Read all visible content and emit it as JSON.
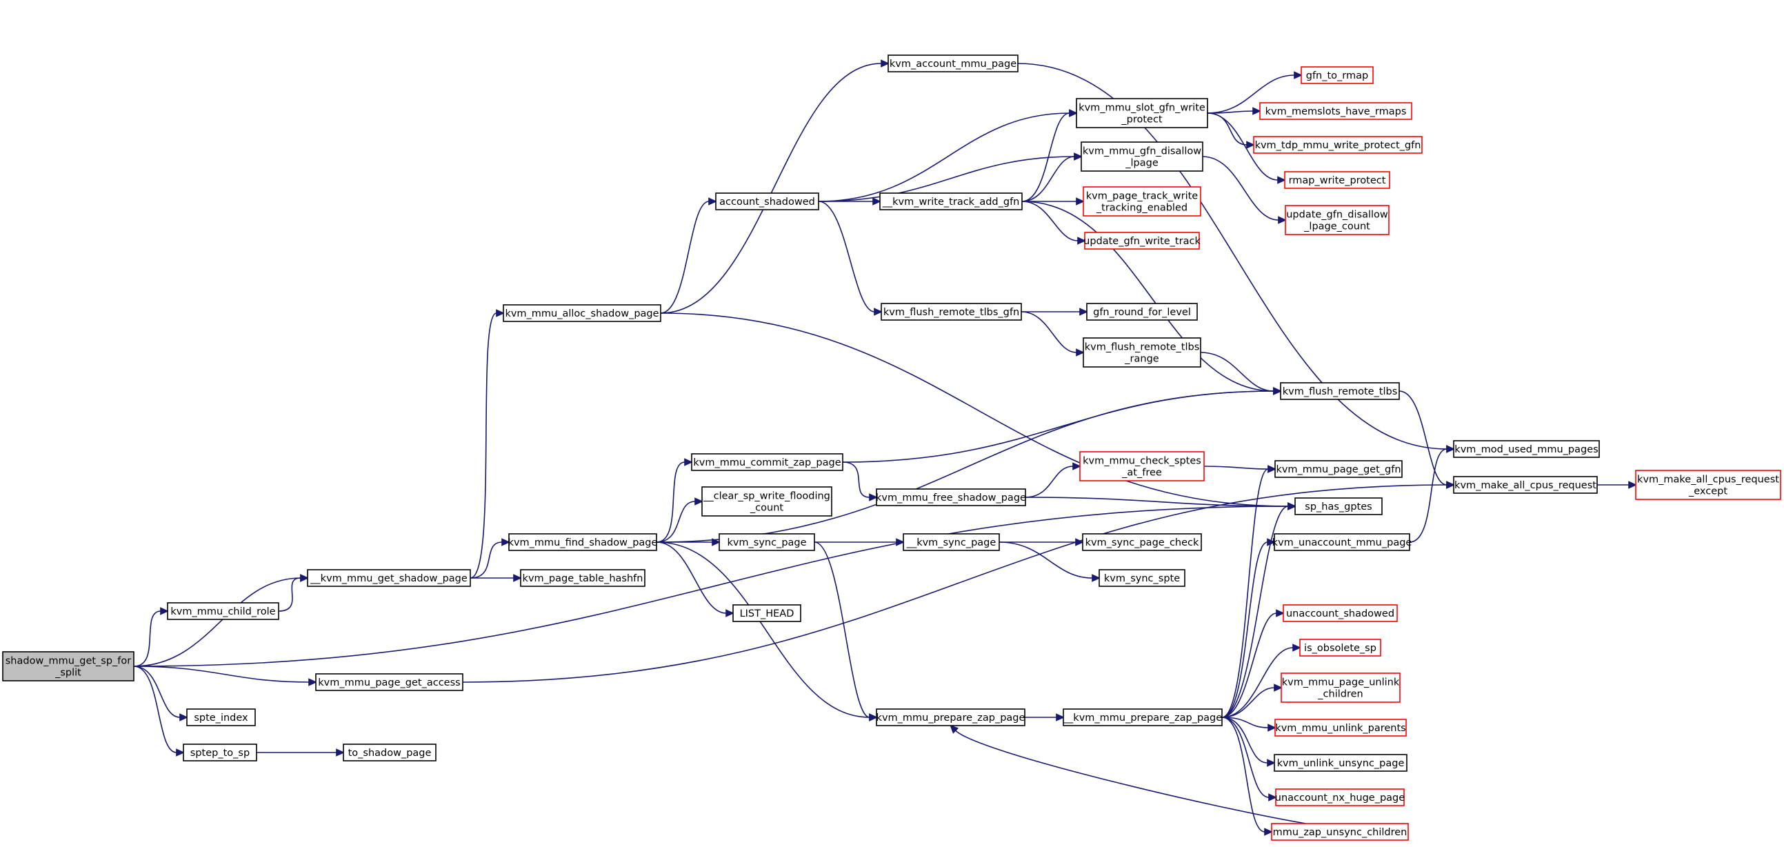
{
  "colors": {
    "edge": "#191970",
    "node_border": "#000000",
    "node_border_undocumented": "#ff0000",
    "root_fill": "#bfbfbf",
    "node_fill": "#ffffff"
  },
  "nodes": [
    {
      "id": "root",
      "lines": [
        "shadow_mmu_get_sp_for",
        "_split"
      ],
      "style": "root"
    },
    {
      "id": "kvm_mmu_child_role",
      "lines": [
        "kvm_mmu_child_role"
      ],
      "style": "normal"
    },
    {
      "id": "__kvm_mmu_get_shadow_page",
      "lines": [
        "__kvm_mmu_get_shadow_page"
      ],
      "style": "normal"
    },
    {
      "id": "kvm_mmu_page_get_access",
      "lines": [
        "kvm_mmu_page_get_access"
      ],
      "style": "normal"
    },
    {
      "id": "spte_index",
      "lines": [
        "spte_index"
      ],
      "style": "normal"
    },
    {
      "id": "sptep_to_sp",
      "lines": [
        "sptep_to_sp"
      ],
      "style": "normal"
    },
    {
      "id": "to_shadow_page",
      "lines": [
        "to_shadow_page"
      ],
      "style": "normal"
    },
    {
      "id": "kvm_mmu_alloc_shadow_page",
      "lines": [
        "kvm_mmu_alloc_shadow_page"
      ],
      "style": "normal"
    },
    {
      "id": "kvm_mmu_find_shadow_page",
      "lines": [
        "kvm_mmu_find_shadow_page"
      ],
      "style": "normal"
    },
    {
      "id": "kvm_page_table_hashfn",
      "lines": [
        "kvm_page_table_hashfn"
      ],
      "style": "normal"
    },
    {
      "id": "kvm_account_mmu_page",
      "lines": [
        "kvm_account_mmu_page"
      ],
      "style": "normal"
    },
    {
      "id": "account_shadowed",
      "lines": [
        "account_shadowed"
      ],
      "style": "normal"
    },
    {
      "id": "kvm_mmu_commit_zap_page",
      "lines": [
        "kvm_mmu_commit_zap_page"
      ],
      "style": "normal"
    },
    {
      "id": "__clear_sp_write_flooding_count",
      "lines": [
        "__clear_sp_write_flooding",
        "_count"
      ],
      "style": "normal"
    },
    {
      "id": "kvm_sync_page",
      "lines": [
        "kvm_sync_page"
      ],
      "style": "normal"
    },
    {
      "id": "LIST_HEAD",
      "lines": [
        "LIST_HEAD"
      ],
      "style": "normal"
    },
    {
      "id": "__kvm_write_track_add_gfn",
      "lines": [
        "__kvm_write_track_add_gfn"
      ],
      "style": "normal"
    },
    {
      "id": "kvm_flush_remote_tlbs_gfn",
      "lines": [
        "kvm_flush_remote_tlbs_gfn"
      ],
      "style": "normal"
    },
    {
      "id": "kvm_mmu_free_shadow_page",
      "lines": [
        "kvm_mmu_free_shadow_page"
      ],
      "style": "normal"
    },
    {
      "id": "__kvm_sync_page",
      "lines": [
        "__kvm_sync_page"
      ],
      "style": "normal"
    },
    {
      "id": "kvm_mmu_prepare_zap_page",
      "lines": [
        "kvm_mmu_prepare_zap_page"
      ],
      "style": "normal"
    },
    {
      "id": "kvm_mmu_slot_gfn_write_protect",
      "lines": [
        "kvm_mmu_slot_gfn_write",
        "_protect"
      ],
      "style": "normal"
    },
    {
      "id": "kvm_mmu_gfn_disallow_lpage",
      "lines": [
        "kvm_mmu_gfn_disallow",
        "_lpage"
      ],
      "style": "normal"
    },
    {
      "id": "kvm_page_track_write_tracking_enabled",
      "lines": [
        "kvm_page_track_write",
        "_tracking_enabled"
      ],
      "style": "red"
    },
    {
      "id": "update_gfn_write_track",
      "lines": [
        "update_gfn_write_track"
      ],
      "style": "red"
    },
    {
      "id": "gfn_round_for_level",
      "lines": [
        "gfn_round_for_level"
      ],
      "style": "normal"
    },
    {
      "id": "kvm_flush_remote_tlbs_range",
      "lines": [
        "kvm_flush_remote_tlbs",
        "_range"
      ],
      "style": "normal"
    },
    {
      "id": "kvm_mmu_check_sptes_at_free",
      "lines": [
        "kvm_mmu_check_sptes",
        "_at_free"
      ],
      "style": "red"
    },
    {
      "id": "kvm_sync_page_check",
      "lines": [
        "kvm_sync_page_check"
      ],
      "style": "normal"
    },
    {
      "id": "kvm_sync_spte",
      "lines": [
        "kvm_sync_spte"
      ],
      "style": "normal"
    },
    {
      "id": "___kvm_mmu_prepare_zap_page",
      "lines": [
        "__kvm_mmu_prepare_zap_page"
      ],
      "style": "normal"
    },
    {
      "id": "gfn_to_rmap",
      "lines": [
        "gfn_to_rmap"
      ],
      "style": "red"
    },
    {
      "id": "kvm_memslots_have_rmaps",
      "lines": [
        "kvm_memslots_have_rmaps"
      ],
      "style": "red"
    },
    {
      "id": "kvm_tdp_mmu_write_protect_gfn",
      "lines": [
        "kvm_tdp_mmu_write_protect_gfn"
      ],
      "style": "red"
    },
    {
      "id": "rmap_write_protect",
      "lines": [
        "rmap_write_protect"
      ],
      "style": "red"
    },
    {
      "id": "update_gfn_disallow_lpage_count",
      "lines": [
        "update_gfn_disallow",
        "_lpage_count"
      ],
      "style": "red"
    },
    {
      "id": "kvm_flush_remote_tlbs",
      "lines": [
        "kvm_flush_remote_tlbs"
      ],
      "style": "normal"
    },
    {
      "id": "kvm_mmu_page_get_gfn",
      "lines": [
        "kvm_mmu_page_get_gfn"
      ],
      "style": "normal"
    },
    {
      "id": "sp_has_gptes",
      "lines": [
        "sp_has_gptes"
      ],
      "style": "normal"
    },
    {
      "id": "kvm_unaccount_mmu_page",
      "lines": [
        "kvm_unaccount_mmu_page"
      ],
      "style": "normal"
    },
    {
      "id": "unaccount_shadowed",
      "lines": [
        "unaccount_shadowed"
      ],
      "style": "red"
    },
    {
      "id": "is_obsolete_sp",
      "lines": [
        "is_obsolete_sp"
      ],
      "style": "red"
    },
    {
      "id": "kvm_mmu_page_unlink_children",
      "lines": [
        "kvm_mmu_page_unlink",
        "_children"
      ],
      "style": "red"
    },
    {
      "id": "kvm_mmu_unlink_parents",
      "lines": [
        "kvm_mmu_unlink_parents"
      ],
      "style": "red"
    },
    {
      "id": "kvm_unlink_unsync_page",
      "lines": [
        "kvm_unlink_unsync_page"
      ],
      "style": "normal"
    },
    {
      "id": "unaccount_nx_huge_page",
      "lines": [
        "unaccount_nx_huge_page"
      ],
      "style": "red"
    },
    {
      "id": "mmu_zap_unsync_children",
      "lines": [
        "mmu_zap_unsync_children"
      ],
      "style": "red"
    },
    {
      "id": "kvm_mod_used_mmu_pages",
      "lines": [
        "kvm_mod_used_mmu_pages"
      ],
      "style": "normal"
    },
    {
      "id": "kvm_make_all_cpus_request",
      "lines": [
        "kvm_make_all_cpus_request"
      ],
      "style": "normal"
    },
    {
      "id": "kvm_make_all_cpus_request_except",
      "lines": [
        "kvm_make_all_cpus_request",
        "_except"
      ],
      "style": "red"
    }
  ],
  "edges": [
    [
      "root",
      "__kvm_mmu_get_shadow_page"
    ],
    [
      "root",
      "kvm_mmu_child_role"
    ],
    [
      "root",
      "sp_has_gptes"
    ],
    [
      "root",
      "kvm_mmu_page_get_access"
    ],
    [
      "root",
      "spte_index"
    ],
    [
      "root",
      "sptep_to_sp"
    ],
    [
      "kvm_mmu_child_role",
      "__kvm_mmu_get_shadow_page"
    ],
    [
      "sptep_to_sp",
      "to_shadow_page"
    ],
    [
      "__kvm_mmu_get_shadow_page",
      "kvm_mmu_alloc_shadow_page"
    ],
    [
      "__kvm_mmu_get_shadow_page",
      "kvm_mmu_find_shadow_page"
    ],
    [
      "__kvm_mmu_get_shadow_page",
      "kvm_page_table_hashfn"
    ],
    [
      "kvm_mmu_page_get_access",
      "kvm_make_all_cpus_request"
    ],
    [
      "kvm_mmu_alloc_shadow_page",
      "kvm_account_mmu_page"
    ],
    [
      "kvm_mmu_alloc_shadow_page",
      "account_shadowed"
    ],
    [
      "kvm_mmu_alloc_shadow_page",
      "sp_has_gptes"
    ],
    [
      "kvm_account_mmu_page",
      "kvm_mod_used_mmu_pages"
    ],
    [
      "account_shadowed",
      "kvm_mmu_slot_gfn_write_protect"
    ],
    [
      "account_shadowed",
      "kvm_mmu_gfn_disallow_lpage"
    ],
    [
      "account_shadowed",
      "__kvm_write_track_add_gfn"
    ],
    [
      "account_shadowed",
      "kvm_flush_remote_tlbs_gfn"
    ],
    [
      "__kvm_write_track_add_gfn",
      "kvm_mmu_slot_gfn_write_protect"
    ],
    [
      "__kvm_write_track_add_gfn",
      "kvm_mmu_gfn_disallow_lpage"
    ],
    [
      "__kvm_write_track_add_gfn",
      "kvm_page_track_write_tracking_enabled"
    ],
    [
      "__kvm_write_track_add_gfn",
      "update_gfn_write_track"
    ],
    [
      "__kvm_write_track_add_gfn",
      "kvm_flush_remote_tlbs"
    ],
    [
      "kvm_mmu_slot_gfn_write_protect",
      "gfn_to_rmap"
    ],
    [
      "kvm_mmu_slot_gfn_write_protect",
      "kvm_memslots_have_rmaps"
    ],
    [
      "kvm_mmu_slot_gfn_write_protect",
      "kvm_tdp_mmu_write_protect_gfn"
    ],
    [
      "kvm_mmu_slot_gfn_write_protect",
      "rmap_write_protect"
    ],
    [
      "kvm_mmu_gfn_disallow_lpage",
      "update_gfn_disallow_lpage_count"
    ],
    [
      "kvm_flush_remote_tlbs_gfn",
      "gfn_round_for_level"
    ],
    [
      "kvm_flush_remote_tlbs_gfn",
      "kvm_flush_remote_tlbs_range"
    ],
    [
      "kvm_flush_remote_tlbs_range",
      "kvm_flush_remote_tlbs"
    ],
    [
      "kvm_flush_remote_tlbs",
      "kvm_make_all_cpus_request"
    ],
    [
      "kvm_mmu_find_shadow_page",
      "kvm_flush_remote_tlbs"
    ],
    [
      "kvm_mmu_find_shadow_page",
      "kvm_mmu_commit_zap_page"
    ],
    [
      "kvm_mmu_find_shadow_page",
      "__clear_sp_write_flooding_count"
    ],
    [
      "kvm_mmu_find_shadow_page",
      "kvm_sync_page"
    ],
    [
      "kvm_mmu_find_shadow_page",
      "LIST_HEAD"
    ],
    [
      "kvm_mmu_find_shadow_page",
      "kvm_mmu_prepare_zap_page"
    ],
    [
      "kvm_mmu_commit_zap_page",
      "kvm_flush_remote_tlbs"
    ],
    [
      "kvm_mmu_commit_zap_page",
      "kvm_mmu_free_shadow_page"
    ],
    [
      "kvm_mmu_free_shadow_page",
      "kvm_mmu_check_sptes_at_free"
    ],
    [
      "kvm_mmu_free_shadow_page",
      "sp_has_gptes"
    ],
    [
      "kvm_mmu_check_sptes_at_free",
      "kvm_mmu_page_get_gfn"
    ],
    [
      "kvm_sync_page",
      "__kvm_sync_page"
    ],
    [
      "kvm_sync_page",
      "kvm_mmu_prepare_zap_page"
    ],
    [
      "__kvm_sync_page",
      "kvm_sync_page_check"
    ],
    [
      "__kvm_sync_page",
      "kvm_sync_spte"
    ],
    [
      "kvm_mmu_prepare_zap_page",
      "___kvm_mmu_prepare_zap_page"
    ],
    [
      "___kvm_mmu_prepare_zap_page",
      "kvm_mmu_page_get_gfn"
    ],
    [
      "___kvm_mmu_prepare_zap_page",
      "sp_has_gptes"
    ],
    [
      "___kvm_mmu_prepare_zap_page",
      "kvm_unaccount_mmu_page"
    ],
    [
      "___kvm_mmu_prepare_zap_page",
      "unaccount_shadowed"
    ],
    [
      "___kvm_mmu_prepare_zap_page",
      "is_obsolete_sp"
    ],
    [
      "___kvm_mmu_prepare_zap_page",
      "kvm_mmu_page_unlink_children"
    ],
    [
      "___kvm_mmu_prepare_zap_page",
      "kvm_mmu_unlink_parents"
    ],
    [
      "___kvm_mmu_prepare_zap_page",
      "kvm_unlink_unsync_page"
    ],
    [
      "___kvm_mmu_prepare_zap_page",
      "unaccount_nx_huge_page"
    ],
    [
      "___kvm_mmu_prepare_zap_page",
      "mmu_zap_unsync_children"
    ],
    [
      "mmu_zap_unsync_children",
      "kvm_mmu_prepare_zap_page"
    ],
    [
      "kvm_unaccount_mmu_page",
      "kvm_mod_used_mmu_pages"
    ],
    [
      "kvm_make_all_cpus_request",
      "kvm_make_all_cpus_request_except"
    ]
  ]
}
